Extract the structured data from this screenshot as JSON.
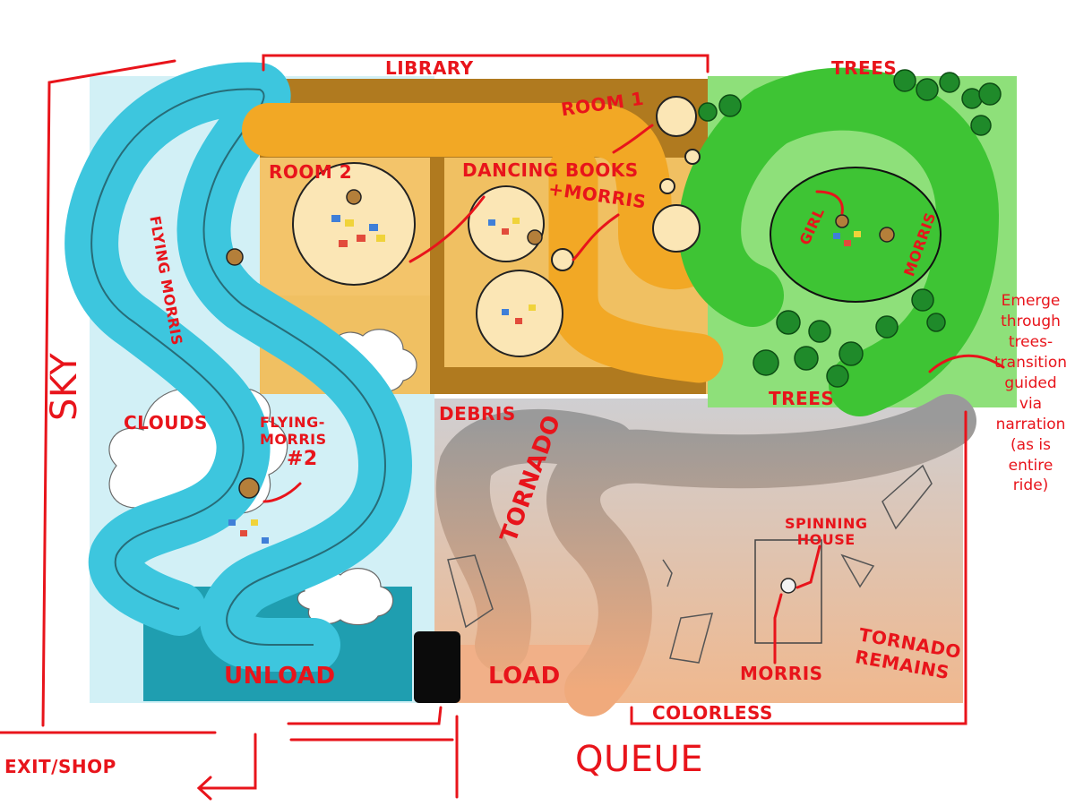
{
  "labels": {
    "library": "LIBRARY",
    "trees_top": "TREES",
    "room_1": "ROOM 1",
    "room_2": "ROOM 2",
    "dancing_books": "DANCING BOOKS",
    "plus_morris": "+MORRIS",
    "flying_morris": "FLYING MORRIS",
    "girl": "GIRL",
    "morris_green": "MORRIS",
    "emerge_note": [
      "Emerge",
      "through",
      "trees-",
      "transition",
      "guided",
      "via",
      "narration",
      "(as is",
      "entire",
      "ride)"
    ],
    "trees_bottom": "TREES",
    "debris": "DEBRIS",
    "clouds": "CLOUDS",
    "flying_morris_2": [
      "FLYING-",
      "MORRIS",
      "#2"
    ],
    "sky": "SKY",
    "tornado": "TORNADO",
    "spinning_house": [
      "SPINNING",
      "HOUSE"
    ],
    "morris_house": "MORRIS",
    "tornado_remains": [
      "TORNADO",
      "REMAINS"
    ],
    "unload": "UNLOAD",
    "load": "LOAD",
    "colorless": "COLORLESS",
    "queue": "QUEUE",
    "exit_shop": "EXIT/SHOP"
  },
  "colors": {
    "ink": "#e8141b",
    "sky_zone": "#d2f0f6",
    "water_track": "#3dc6de",
    "library_wall": "#b07a1f",
    "library_floor": "#f0c062",
    "library_track": "#f2a825",
    "forest_zone": "#8ee07a",
    "forest_track": "#3ec434",
    "tornado_zone": "#d9c7bd",
    "tornado_track": "#b3b3b3",
    "station": "#1f9eb0"
  }
}
